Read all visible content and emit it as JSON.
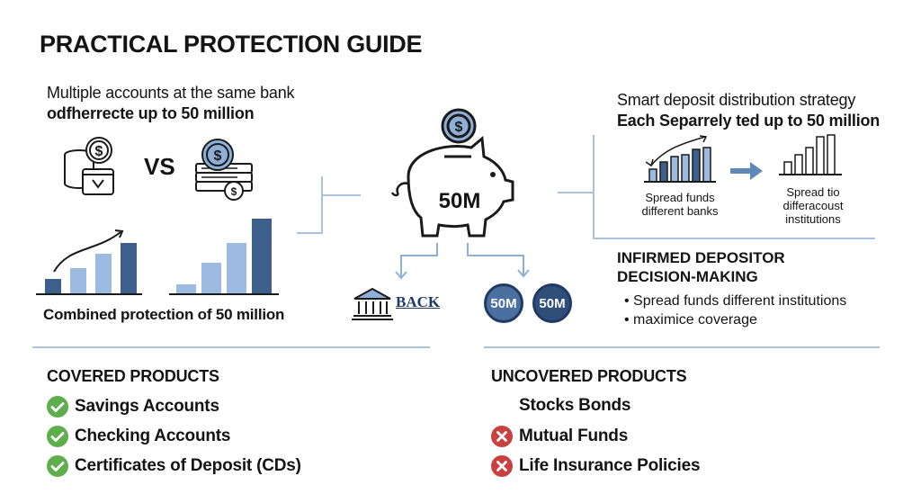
{
  "title": "PRACTICAL PROTECTION GUIDE",
  "left": {
    "heading_line1": "Multiple accounts at the same bank",
    "heading_line2": "odfherrecte up to 50 million",
    "vs_label": "VS",
    "caption": "Combined protection of 50 million"
  },
  "center": {
    "piggy_label": "50M",
    "bank_label": "BACK",
    "coin_a": "50M",
    "coin_b": "50M"
  },
  "right": {
    "heading_line1": "Smart deposit distribution strategy",
    "heading_line2": "Each Separrely ted up to 50 million",
    "step1_line1": "Spread funds",
    "step1_line2": "different banks",
    "step2_line1": "Spread tio",
    "step2_line2": "differacoust",
    "step2_line3": "institutions",
    "decision_title_line1": "INFIRMED DEPOSITOR",
    "decision_title_line2": "DECISION-MAKING",
    "bullets": [
      "Spread funds different institutions",
      "maximice coverage"
    ]
  },
  "covered": {
    "title": "COVERED PRODUCTS",
    "items": [
      "Savings Accounts",
      "Checking Accounts",
      "Certificates of Deposit (CDs)"
    ]
  },
  "uncovered": {
    "title": "UNCOVERED PRODUCTS",
    "items": [
      "Stocks Bonds",
      "Mutual Funds",
      "Life Insurance Policies"
    ]
  },
  "colors": {
    "bar_dark": "#3d5f8c",
    "bar_light": "#9dbbe0",
    "rule": "#a9c3dc",
    "check_green": "#5fae4e",
    "cross_red": "#c9413f",
    "coin_blue": "#4b6f9f"
  }
}
